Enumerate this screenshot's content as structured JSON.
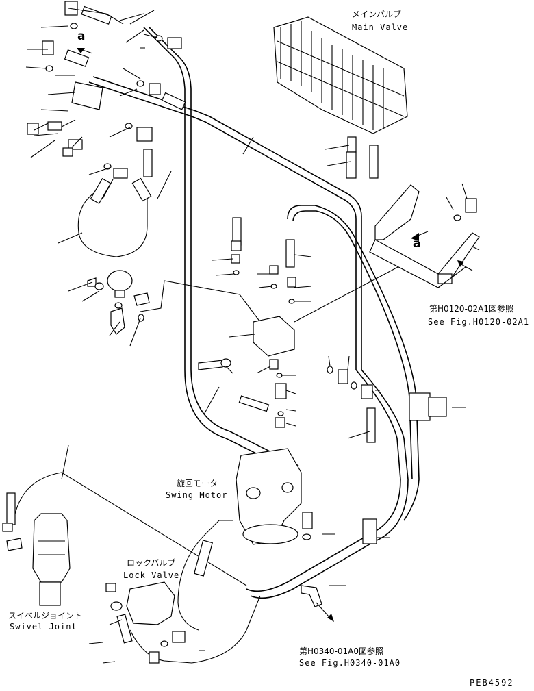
{
  "labels": {
    "main_valve_jp": "メインバルブ",
    "main_valve_en": "Main Valve",
    "swing_motor_jp": "旋回モータ",
    "swing_motor_en": "Swing Motor",
    "lock_valve_jp": "ロックバルブ",
    "lock_valve_en": "Lock Valve",
    "swivel_joint_jp": "スイベルジョイント",
    "swivel_joint_en": "Swivel Joint",
    "ref1_jp": "第H0120-02A1図参照",
    "ref1_en": "See Fig.H0120-02A1",
    "ref2_jp": "第H0340-01A0図参照",
    "ref2_en": "See Fig.H0340-01A0",
    "arrow_a": "a",
    "drawing_code": "PEB4592"
  }
}
